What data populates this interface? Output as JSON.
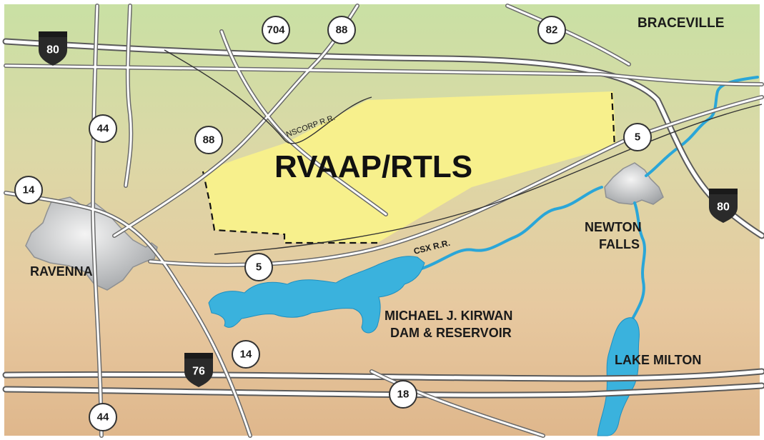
{
  "map": {
    "site_label": "RVAAP/RTLS",
    "places": {
      "braceville": "BRACEVILLE",
      "ravenna": "RAVENNA",
      "newton_falls_1": "NEWTON",
      "newton_falls_2": "FALLS",
      "lake_milton": "LAKE MILTON",
      "reservoir_1": "MICHAEL J. KIRWAN",
      "reservoir_2": "DAM & RESERVOIR"
    },
    "railroads": {
      "nscorp": "NSCORP R.R.",
      "csx": "CSX R.R."
    },
    "routes": {
      "i80_west": "80",
      "i80_east": "80",
      "i76": "76",
      "r704": "704",
      "r88_north": "88",
      "r88_mid": "88",
      "r82": "82",
      "r44_north": "44",
      "r44_south": "44",
      "r14_west": "14",
      "r14_south": "14",
      "r5_mid": "5",
      "r5_east": "5",
      "r18": "18"
    },
    "colors": {
      "site_fill": "#f7f08c",
      "water": "#3ab2dd",
      "town": "#b9bbbd",
      "road_casing": "#5a5a5a",
      "interstate_shield": "#2a2a2a"
    }
  }
}
